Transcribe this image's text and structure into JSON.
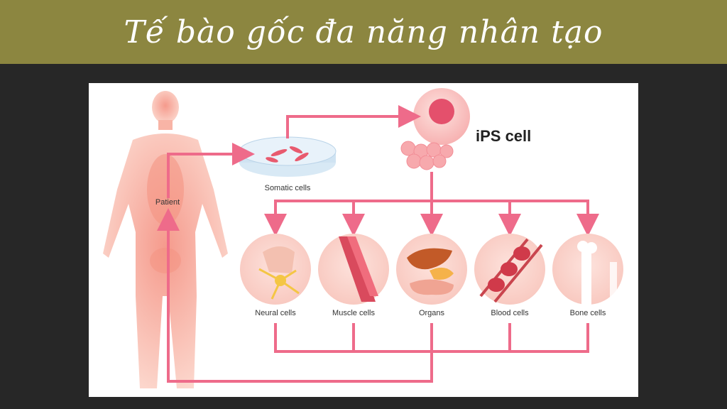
{
  "title": "Tế bào gốc đa năng nhân tạo",
  "labels": {
    "patient": "Patient",
    "somatic": "Somatic cells",
    "ips": "iPS cell"
  },
  "cell_types": [
    "Neural cells",
    "Muscle cells",
    "Organs",
    "Blood cells",
    "Bone cells"
  ],
  "colors": {
    "title_bar": "#8c8640",
    "arrow": "#ee6b8a",
    "body": "#f7a99a",
    "background": "#272727"
  }
}
